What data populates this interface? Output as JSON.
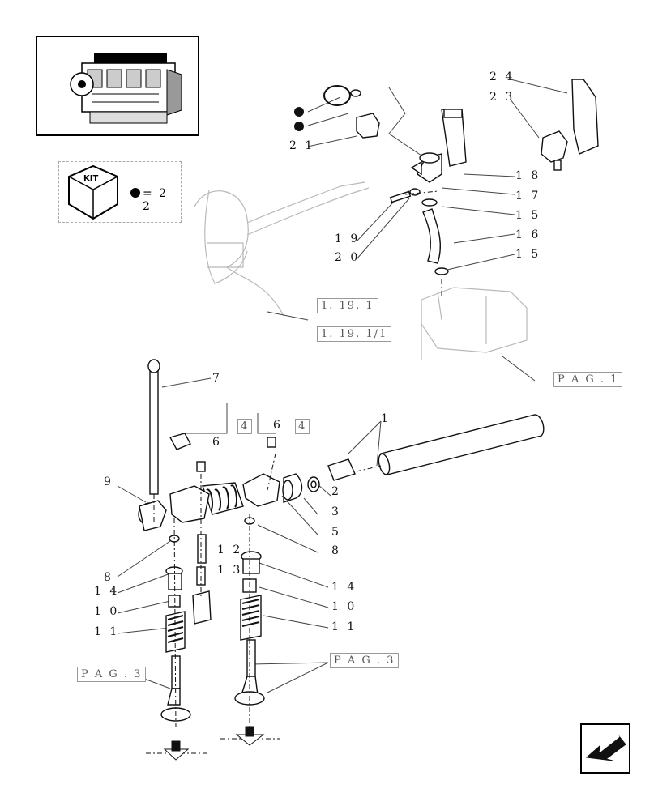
{
  "thumbnail": {
    "icon": "engine-icon"
  },
  "kit_legend": {
    "kit_label": "KIT",
    "equals_text": "= 2 2"
  },
  "callouts": {
    "c1": "1",
    "c2": "2",
    "c3": "3",
    "c4a": "4",
    "c4b": "4",
    "c5": "5",
    "c6a": "6",
    "c6b": "6",
    "c7": "7",
    "c8a": "8",
    "c8b": "8",
    "c9": "9",
    "c10a": "1 0",
    "c10b": "1 0",
    "c11a": "1 1",
    "c11b": "1 1",
    "c12": "1 2",
    "c13": "1 3",
    "c14a": "1 4",
    "c14b": "1 4",
    "c15a": "1 5",
    "c15b": "1 5",
    "c16": "1 6",
    "c17": "1 7",
    "c18": "1 8",
    "c19": "1 9",
    "c20": "2 0",
    "c21": "2 1",
    "c23": "2 3",
    "c24": "2 4"
  },
  "page_refs": {
    "ref_1_19_1": "1. 19. 1",
    "ref_1_19_1_1": "1. 19. 1/1",
    "pag1": "P A G . 1",
    "pag3_left": "P A G . 3",
    "pag3_right": "P A G . 3"
  },
  "navigation": {
    "icon": "arrow-back-icon"
  },
  "colors": {
    "line": "#111111",
    "ghost": "#b9b9b9",
    "leader": "#444444",
    "dot": "#111111"
  }
}
